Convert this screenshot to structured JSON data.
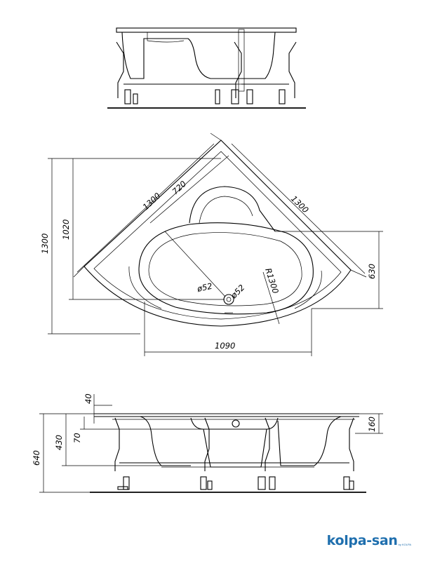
{
  "brand": {
    "name": "kolpa-san",
    "tagline": "by KOLPA",
    "color": "#1f6fae"
  },
  "plan_view": {
    "dims": {
      "side_left": "1300",
      "side_right": "1300",
      "inner_edge": "720",
      "height_outer": "1300",
      "height_inner": "1020",
      "width_basin": "1090",
      "depth_seat": "630",
      "radius": "R1300",
      "drain_left": "ø52",
      "drain_right": "ø52"
    }
  },
  "section_view": {
    "dims": {
      "rim": "40",
      "total_height": "640",
      "depth_430": "430",
      "depth_70": "70",
      "right_160": "160"
    }
  }
}
